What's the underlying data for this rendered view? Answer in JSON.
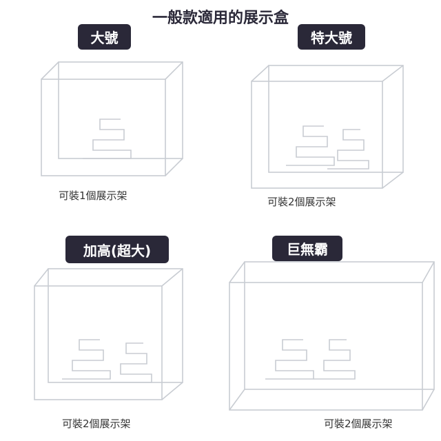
{
  "title": "一般款適用的展示盒",
  "items": [
    {
      "size": "大號",
      "caption": "可裝1個展示架"
    },
    {
      "size": "特大號",
      "caption": "可裝2個展示架"
    },
    {
      "size": "加高(超大)",
      "caption": "可裝2個展示架"
    },
    {
      "size": "巨無霸",
      "caption": "可裝2個展示架"
    }
  ],
  "colors": {
    "badge": "#2a2838",
    "box_edge": "#c8ccd2"
  }
}
